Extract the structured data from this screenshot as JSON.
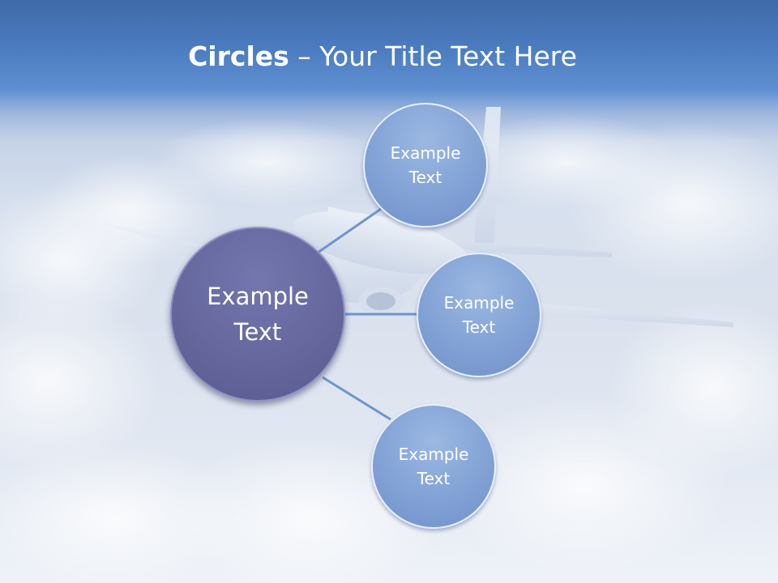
{
  "title": {
    "bold": "Circles",
    "rest": " – Your Title Text Here"
  },
  "diagram": {
    "center": {
      "line1": "Example",
      "line2": "Text"
    },
    "nodes": [
      {
        "line1": "Example",
        "line2": "Text"
      },
      {
        "line1": "Example",
        "line2": "Text"
      },
      {
        "line1": "Example",
        "line2": "Text"
      }
    ]
  },
  "colors": {
    "header_blue": "#4b7cc0",
    "center_circle": "#65679d",
    "node_circle": "#86a6d8",
    "connector": "#6d95cf"
  }
}
